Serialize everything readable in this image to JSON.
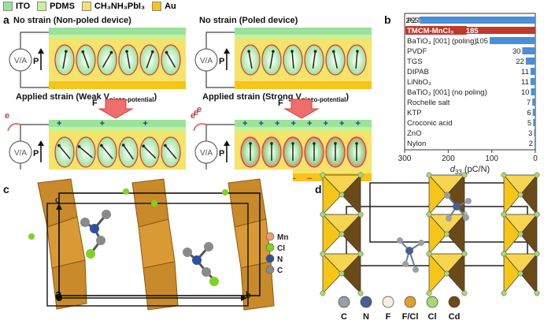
{
  "legend": [
    {
      "label": "ITO",
      "color": "#9be39b"
    },
    {
      "label": "PDMS",
      "color": "#c6f29a"
    },
    {
      "label": "CH₃NH₃PbI₃",
      "color": "#f6e36b"
    },
    {
      "label": "Au",
      "color": "#f5c518"
    }
  ],
  "panel_a": {
    "letter": "a",
    "captions": {
      "tl": "No strain (Non-poled device)",
      "tr": "No strain (Poled device)",
      "bl_main": "Applied strain (Weak V",
      "bl_sub": "piezo-potential",
      "br_main": "Applied strain (Strong V",
      "br_sub": "piezo-potential",
      "close": ")"
    },
    "meter": "V/A",
    "p_label": "P",
    "f_label": "F",
    "electron": "e"
  },
  "panel_b": {
    "letter": "b"
  },
  "panel_c": {
    "letter": "c",
    "axis_c": "c",
    "axis_a": "a",
    "axis_b": "b",
    "legend": [
      {
        "label": "Mn",
        "color": "#e8a070"
      },
      {
        "label": "Cl",
        "color": "#7ed321"
      },
      {
        "label": "N",
        "color": "#2f4f9f"
      },
      {
        "label": "C",
        "color": "#8a8a8a"
      }
    ]
  },
  "panel_d": {
    "letter": "d",
    "legend": [
      {
        "label": "C",
        "color": "#9aa0a8"
      },
      {
        "label": "N",
        "color": "#4a5f8f"
      },
      {
        "label": "F",
        "color": "#f5f0e0"
      },
      {
        "label": "F/Cl",
        "color": "#e0a030"
      },
      {
        "label": "Cl",
        "color": "#a8d870"
      },
      {
        "label": "Cd",
        "color": "#6b4a1a"
      }
    ]
  },
  "chart_data": {
    "type": "bar",
    "orientation": "horizontal",
    "categories": [
      "PZT",
      "TMCM-MnCl₃",
      "BaTiO₃ [001] (poling)",
      "PVDF",
      "TGS",
      "DIPAB",
      "LiNbO₃",
      "BaTiO₃ [001] (no poling)",
      "Rochelle salt",
      "KTP",
      "Croconic acid",
      "ZnO",
      "Nylon"
    ],
    "values": [
      265,
      185,
      105,
      30,
      22,
      11,
      11,
      10,
      7,
      6,
      5,
      3,
      2
    ],
    "value_labels": [
      "265",
      "185",
      "105",
      "30",
      "22",
      "11",
      "11",
      "10",
      "7",
      "6",
      "5",
      "3",
      "2"
    ],
    "highlight_index": 1,
    "bar_color": "#4a8fd8",
    "highlight_color": "#c0392b",
    "xlabel_main": "d",
    "xlabel_sub": "33",
    "xlabel_unit": " (pC/N)",
    "xlim": [
      300,
      0
    ],
    "xticks": [
      "300",
      "200",
      "100",
      "0"
    ],
    "xtick_values": [
      300,
      200,
      100,
      0
    ],
    "reversed_axis": true
  }
}
